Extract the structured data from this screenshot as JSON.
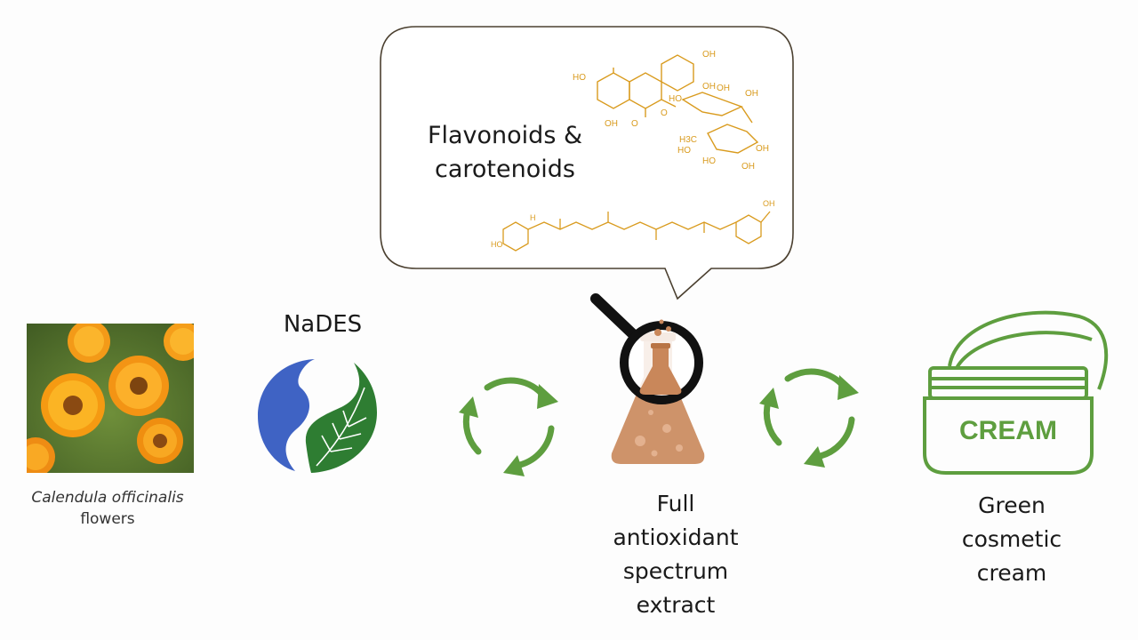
{
  "callout": {
    "line1": "Flavonoids &",
    "line2": "carotenoids"
  },
  "nades": {
    "title": "NaDES"
  },
  "flower": {
    "species": "Calendula officinalis",
    "part": "flowers"
  },
  "extract": {
    "line1": "Full",
    "line2": "antioxidant",
    "line3": "spectrum",
    "line4": "extract"
  },
  "cream": {
    "jar_label": "CREAM",
    "line1": "Green",
    "line2": "cosmetic",
    "line3": "cream"
  },
  "molecule": {
    "labels": [
      "HO",
      "OH",
      "OH",
      "HO",
      "OH",
      "OH",
      "OH",
      "O",
      "O",
      "H3C",
      "HO",
      "HO",
      "OH",
      "OH"
    ],
    "carotenoid_labels": [
      "HO",
      "OH",
      "H"
    ]
  },
  "colors": {
    "molecule": "#d99b1e",
    "green": "#5e9e3f",
    "blue": "#3f63c4",
    "leaf": "#2e7d32",
    "flask": "#c9875a",
    "magnifier": "#111111",
    "callout_border": "#4b4030"
  },
  "icons": [
    "flower-photo",
    "nades-logo-icon",
    "recycle-arrows-icon",
    "magnifier-icon",
    "flask-icon",
    "cream-jar-icon"
  ]
}
